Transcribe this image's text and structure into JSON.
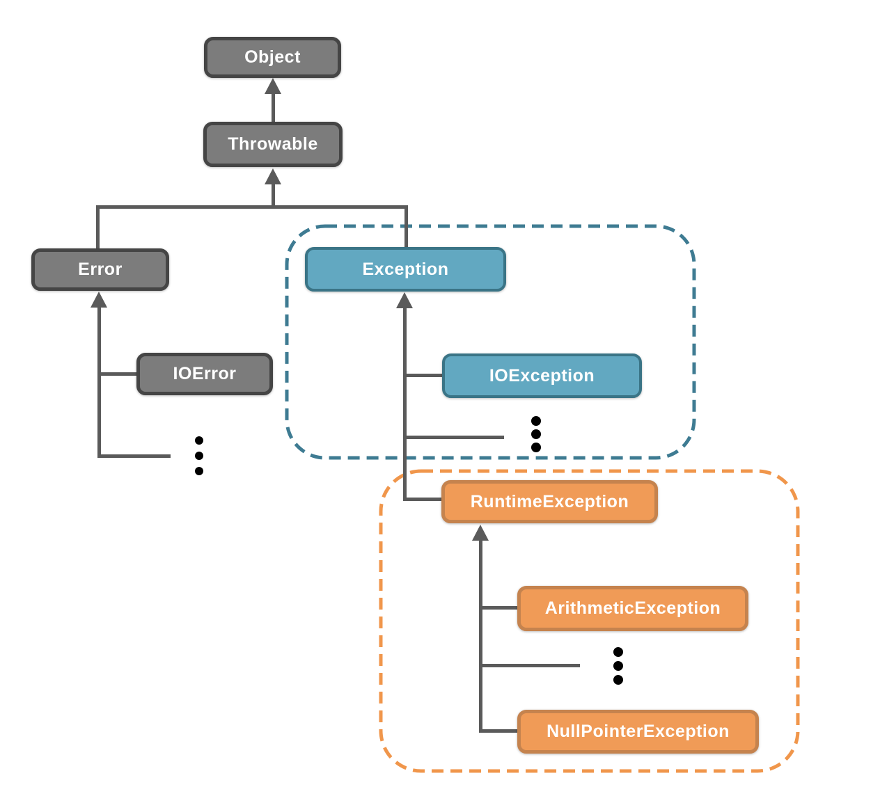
{
  "diagram": {
    "nodes": [
      {
        "id": "object",
        "label": "Object",
        "style": "gray"
      },
      {
        "id": "throwable",
        "label": "Throwable",
        "style": "gray"
      },
      {
        "id": "error",
        "label": "Error",
        "style": "gray"
      },
      {
        "id": "ioerror",
        "label": "IOError",
        "style": "gray"
      },
      {
        "id": "exception",
        "label": "Exception",
        "style": "blue"
      },
      {
        "id": "ioexception",
        "label": "IOException",
        "style": "blue"
      },
      {
        "id": "runtimeexception",
        "label": "RuntimeException",
        "style": "orange"
      },
      {
        "id": "arithmeticexception",
        "label": "ArithmeticException",
        "style": "orange"
      },
      {
        "id": "nullpointerexception",
        "label": "NullPointerException",
        "style": "orange"
      }
    ],
    "edges": [
      {
        "child": "Throwable",
        "parent": "Object"
      },
      {
        "child": "Error",
        "parent": "Throwable"
      },
      {
        "child": "Exception",
        "parent": "Throwable"
      },
      {
        "child": "IOError",
        "parent": "Error"
      },
      {
        "child": "IOException",
        "parent": "Exception"
      },
      {
        "child": "RuntimeException",
        "parent": "Exception"
      },
      {
        "child": "ArithmeticException",
        "parent": "RuntimeException"
      },
      {
        "child": "NullPointerException",
        "parent": "RuntimeException"
      }
    ],
    "groups": [
      {
        "id": "blue-dashed-group",
        "contains": [
          "Exception",
          "IOException"
        ],
        "border_color": "#3E7B92"
      },
      {
        "id": "orange-dashed-group",
        "contains": [
          "RuntimeException",
          "ArithmeticException",
          "NullPointerException"
        ],
        "border_color": "#F0964B"
      }
    ],
    "ellipsis_symbol": "⋮"
  },
  "colors": {
    "background": "#FFFFFF",
    "text": "#FFFFFF",
    "connector": "#5A5A5A",
    "dot": "#000000",
    "gray_fill": "#7C7C7C",
    "gray_border": "#454545",
    "blue_fill": "#62A8C1",
    "blue_border": "#3A7486",
    "orange_fill": "#F09B57",
    "orange_border": "#C5834E",
    "blue_dash": "#3E7B92",
    "orange_dash": "#F0964B"
  }
}
